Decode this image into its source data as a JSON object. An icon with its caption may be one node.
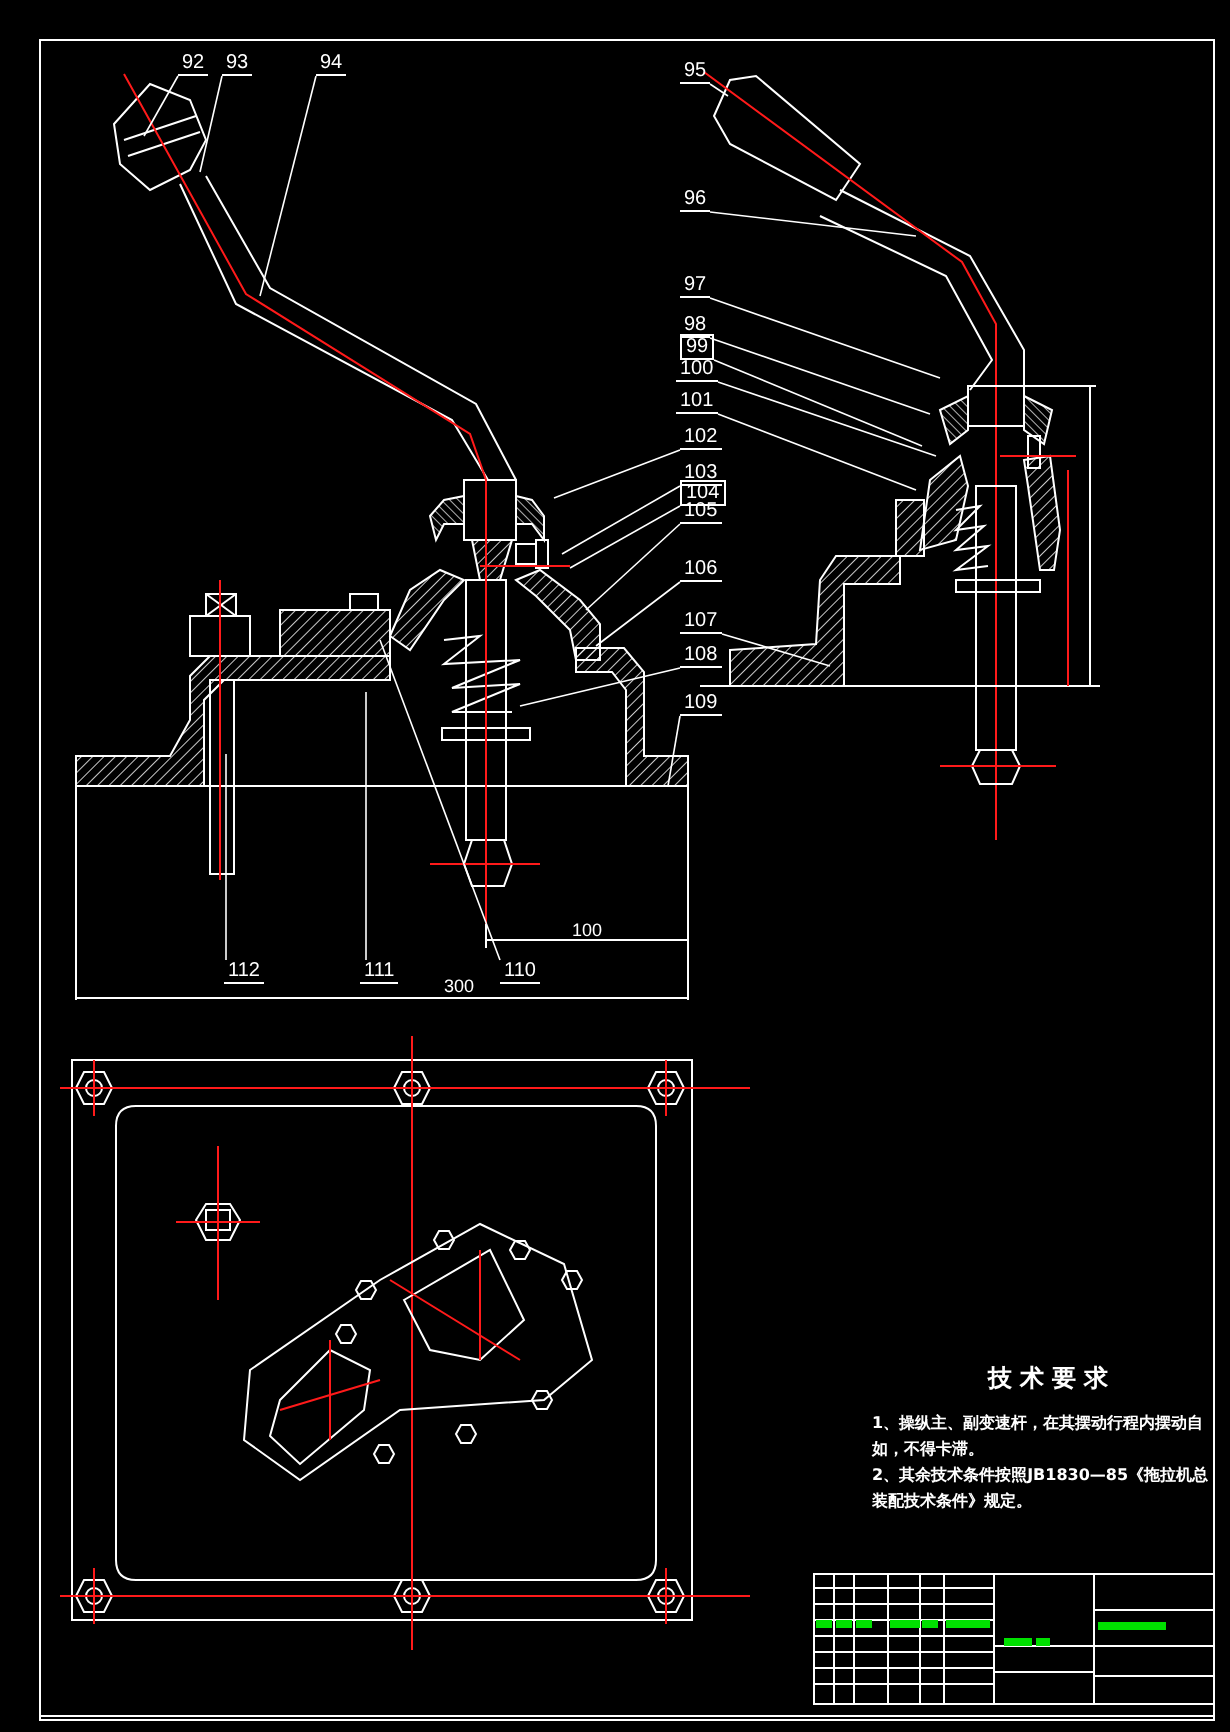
{
  "diagram": {
    "nodes": [
      {
        "text": [
          "92"
        ]
      },
      {
        "text": [
          "93"
        ]
      },
      {
        "text": [
          "94"
        ]
      },
      {
        "text": [
          "95"
        ]
      },
      {
        "text": [
          "96"
        ]
      },
      {
        "text": [
          "97"
        ]
      },
      {
        "text": [
          "98"
        ]
      },
      {
        "text": [
          "99"
        ]
      },
      {
        "text": [
          "100"
        ]
      },
      {
        "text": [
          "101"
        ]
      },
      {
        "text": [
          "102"
        ]
      },
      {
        "text": [
          "103"
        ]
      },
      {
        "text": [
          "104"
        ]
      },
      {
        "text": [
          "105"
        ]
      },
      {
        "text": [
          "106"
        ]
      },
      {
        "text": [
          "107"
        ]
      },
      {
        "text": [
          "108"
        ]
      },
      {
        "text": [
          "109"
        ]
      },
      {
        "text": [
          "110"
        ]
      },
      {
        "text": [
          "111"
        ]
      },
      {
        "text": [
          "112"
        ]
      }
    ],
    "edges": [
      {
        "from": 0,
        "to": null,
        "arrow": "none"
      },
      {
        "from": 1,
        "to": null,
        "arrow": "none"
      },
      {
        "from": 2,
        "to": null,
        "arrow": "none"
      },
      {
        "from": 3,
        "to": null,
        "arrow": "none"
      },
      {
        "from": 4,
        "to": null,
        "arrow": "none"
      },
      {
        "from": 5,
        "to": null,
        "arrow": "none"
      },
      {
        "from": 6,
        "to": null,
        "arrow": "none"
      },
      {
        "from": 7,
        "to": null,
        "arrow": "none"
      },
      {
        "from": 8,
        "to": null,
        "arrow": "none"
      },
      {
        "from": 9,
        "to": null,
        "arrow": "none"
      },
      {
        "from": 10,
        "to": null,
        "arrow": "none"
      },
      {
        "from": 11,
        "to": null,
        "arrow": "none"
      },
      {
        "from": 12,
        "to": null,
        "arrow": "none"
      },
      {
        "from": 13,
        "to": null,
        "arrow": "none"
      },
      {
        "from": 14,
        "to": null,
        "arrow": "none"
      },
      {
        "from": 15,
        "to": null,
        "arrow": "none"
      },
      {
        "from": 16,
        "to": null,
        "arrow": "none"
      },
      {
        "from": 17,
        "to": null,
        "arrow": "none"
      },
      {
        "from": 18,
        "to": null,
        "arrow": "none"
      },
      {
        "from": 19,
        "to": null,
        "arrow": "none"
      },
      {
        "from": 20,
        "to": null,
        "arrow": "none"
      }
    ],
    "labels": [
      "100",
      "300",
      "技术要求",
      "1、操纵主、副变速杆，在其摆动行程内摆动自如，不得卡滞。",
      "2、其余技术条件按照JB1830—85《拖拉机总装配技术条件》规定。"
    ]
  }
}
